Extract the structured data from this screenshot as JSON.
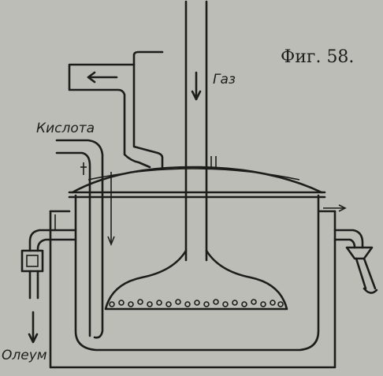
{
  "figure": {
    "caption": "Фиг. 58."
  },
  "labels": {
    "gas": "Газ",
    "acid": "Кислота",
    "oleum": "Олеум"
  },
  "colors": {
    "background": "#bdbdb7",
    "ink": "#1d1d1b"
  }
}
